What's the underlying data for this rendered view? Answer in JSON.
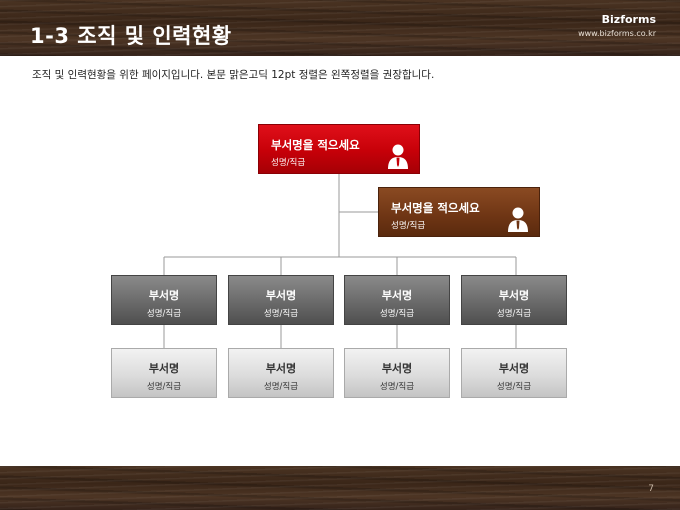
{
  "slide": {
    "title": "1-3 조직 및 인력현황",
    "brand": "Bizforms",
    "brand_url": "www.bizforms.co.kr",
    "description": "조직 및 인력현황을 위한 페이지입니다. 본문 맑은고딕 12pt 정렬은 왼쪽정렬을 권장합니다.",
    "page_number": "7"
  },
  "org": {
    "head": {
      "name": "부서명을 적으세요",
      "role": "성명/직급",
      "icon": "person-silhouette-icon",
      "color": "#c60008"
    },
    "staff": {
      "name": "부서명을 적으세요",
      "role": "성명/직급",
      "icon": "person-silhouette-icon",
      "color": "#6e3514"
    },
    "departments": [
      {
        "name": "부서명",
        "role": "성명/직급"
      },
      {
        "name": "부서명",
        "role": "성명/직급"
      },
      {
        "name": "부서명",
        "role": "성명/직급"
      },
      {
        "name": "부서명",
        "role": "성명/직급"
      }
    ],
    "sub_departments": [
      {
        "name": "부서명",
        "role": "성명/직급"
      },
      {
        "name": "부서명",
        "role": "성명/직급"
      },
      {
        "name": "부서명",
        "role": "성명/직급"
      },
      {
        "name": "부서명",
        "role": "성명/직급"
      }
    ]
  }
}
